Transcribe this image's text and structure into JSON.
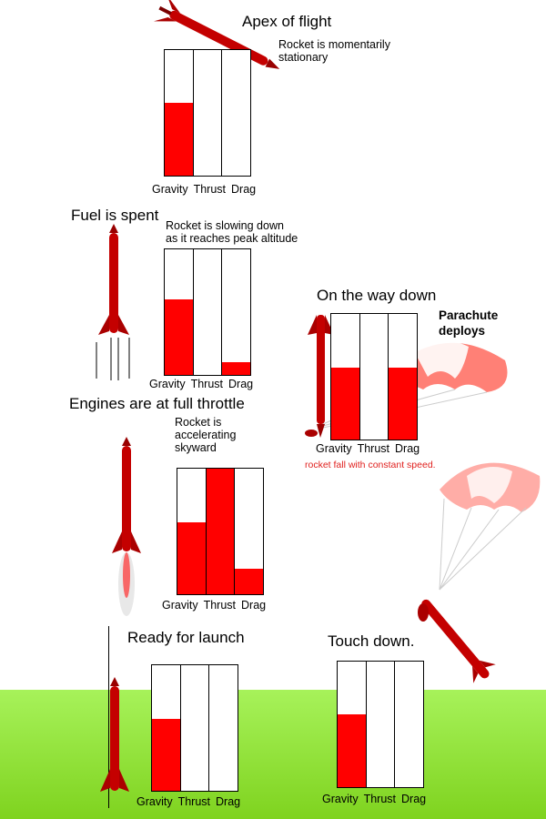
{
  "axis_labels": [
    "Gravity",
    "Thrust",
    "Drag"
  ],
  "stages": [
    {
      "key": "apex",
      "title": "Apex of flight",
      "note": "Rocket is momentarily\nstationary",
      "values": {
        "gravity": 0.58,
        "thrust": 0,
        "drag": 0
      }
    },
    {
      "key": "spent",
      "title": "Fuel is spent",
      "note": "Rocket is slowing down\nas it reaches peak altitude",
      "values": {
        "gravity": 0.6,
        "thrust": 0,
        "drag": 0.1
      }
    },
    {
      "key": "down",
      "title": "On the way down",
      "note": "Parachute\ndeploys",
      "extra_note": "rocket fall with constant speed.",
      "values": {
        "gravity": 0.57,
        "thrust": 0,
        "drag": 0.57
      }
    },
    {
      "key": "throttle",
      "title": "Engines are at full throttle",
      "note": "Rocket is\naccelerating\nskyward",
      "values": {
        "gravity": 0.57,
        "thrust": 1.0,
        "drag": 0.2
      }
    },
    {
      "key": "ready",
      "title": "Ready for launch",
      "note": "",
      "values": {
        "gravity": 0.57,
        "thrust": 0,
        "drag": 0
      }
    },
    {
      "key": "touch",
      "title": "Touch down.",
      "note": "",
      "values": {
        "gravity": 0.58,
        "thrust": 0,
        "drag": 0
      }
    }
  ],
  "colors": {
    "force": "#ff0000",
    "rocket": "#c40000",
    "ground": "#8fe23a",
    "parachute": "#ff3b30"
  }
}
